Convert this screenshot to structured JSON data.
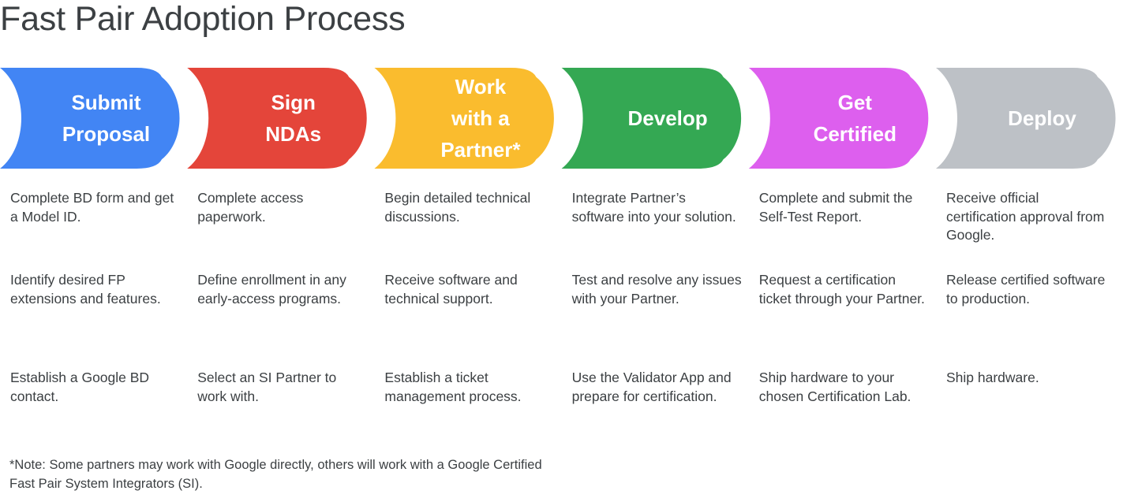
{
  "page": {
    "title": "Fast Pair Adoption Process",
    "title_color": "#3c4043",
    "background": "#ffffff",
    "body_text_color": "#3c4043"
  },
  "process": {
    "steps": [
      {
        "label": "Submit\nProposal",
        "color": "#4285f4",
        "color_name": "google-blue",
        "notes": [
          "Complete BD form and get a Model ID.",
          "Identify desired FP extensions and features.",
          "Establish a Google BD contact."
        ]
      },
      {
        "label": "Sign\nNDAs",
        "color": "#e4453a",
        "color_name": "google-red",
        "notes": [
          "Complete access paperwork.",
          "Define enrollment in any early-access programs.",
          "Select an SI Partner to work with."
        ]
      },
      {
        "label": "Work\nwith a\nPartner*",
        "color": "#fabc2e",
        "color_name": "google-yellow",
        "notes": [
          "Begin detailed technical discussions.",
          "Receive software and technical support.",
          "Establish a ticket management process."
        ]
      },
      {
        "label": "Develop",
        "color": "#34a853",
        "color_name": "google-green",
        "notes": [
          "Integrate Partner’s software into your solution.",
          "Test and resolve any issues with your Partner.",
          "Use the Validator App and prepare for certification."
        ]
      },
      {
        "label": "Get\nCertified",
        "color": "#dd5fee",
        "color_name": "magenta",
        "notes": [
          "Complete and submit the Self-Test Report.",
          "Request a certification ticket through your Partner.",
          "Ship hardware to your chosen Certification Lab."
        ]
      },
      {
        "label": "Deploy",
        "color": "#bdc1c6",
        "color_name": "grey",
        "notes": [
          "Receive official certification approval from Google.",
          "Release certified software to production.",
          "Ship hardware."
        ]
      }
    ]
  },
  "footnote": {
    "text": "*Note: Some partners may work with Google directly, others will work with a Google Certified Fast Pair System Integrators (SI)."
  }
}
